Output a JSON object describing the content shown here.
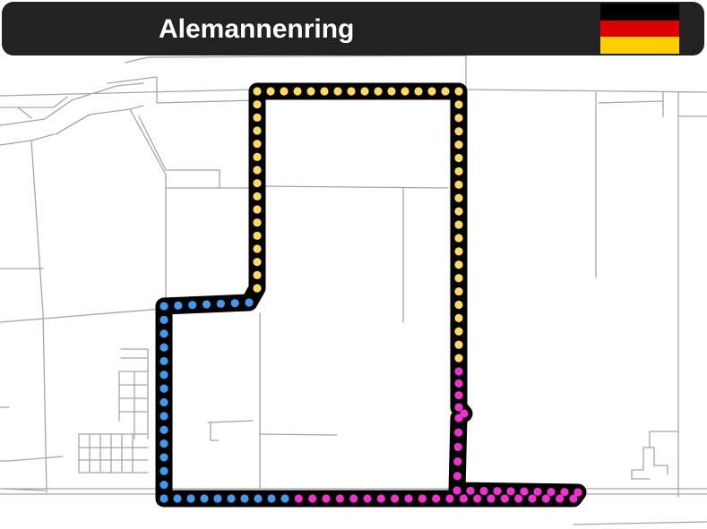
{
  "track": {
    "name": "Alemannenring",
    "country_flag": "germany-flag-icon",
    "flag_colors": [
      "#000000",
      "#DD0000",
      "#FFCE00"
    ]
  },
  "sectors": [
    {
      "name": "sector-1",
      "color": "#FFD966"
    },
    {
      "name": "sector-2",
      "color": "#EE33CC"
    },
    {
      "name": "sector-3",
      "color": "#4499EE"
    }
  ],
  "colors": {
    "track_outline": "#000000",
    "streets": "#aaa3a3",
    "title_bar": "#222222",
    "title_text": "#ffffff"
  }
}
